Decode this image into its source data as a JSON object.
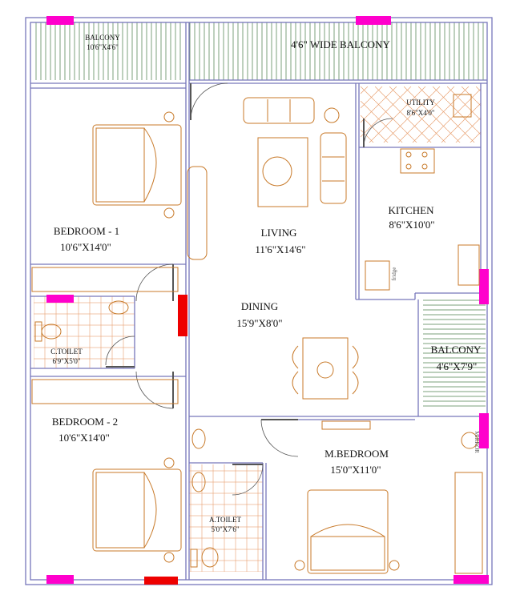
{
  "rooms": {
    "balcony_small": {
      "name": "BALCONY",
      "size": "10'6\"X4'6\""
    },
    "balcony_wide": {
      "name": "4'6\" WIDE BALCONY"
    },
    "utility": {
      "name": "UTILITY",
      "size": "8'6\"X4'0\""
    },
    "bedroom1": {
      "name": "BEDROOM - 1",
      "size": "10'6\"X14'0\""
    },
    "living": {
      "name": "LIVING",
      "size": "11'6\"X14'6\""
    },
    "kitchen": {
      "name": "KITCHEN",
      "size": "8'6\"X10'0\""
    },
    "dining": {
      "name": "DINING",
      "size": "15'9\"X8'0\""
    },
    "ctoilet": {
      "name": "C.TOILET",
      "size": "6'9\"X5'0\""
    },
    "balcony_side": {
      "name": "BALCONY",
      "size": "4'6\"X7'9\""
    },
    "bedroom2": {
      "name": "BEDROOM - 2",
      "size": "10'6\"X14'0\""
    },
    "mbedroom": {
      "name": "M.BEDROOM",
      "size": "15'0\"X11'0\""
    },
    "atoilet": {
      "name": "A.TOILET",
      "size": "5'0\"X7'6\""
    }
  },
  "fixtures": {
    "fridge": "fridge",
    "mirror": "MIRROR"
  },
  "colors": {
    "wall": "#8888cc",
    "furniture": "#c87a2a",
    "window": "#ff00cc",
    "door_marker": "#ee0000",
    "hatch": "#3a8a3a"
  }
}
